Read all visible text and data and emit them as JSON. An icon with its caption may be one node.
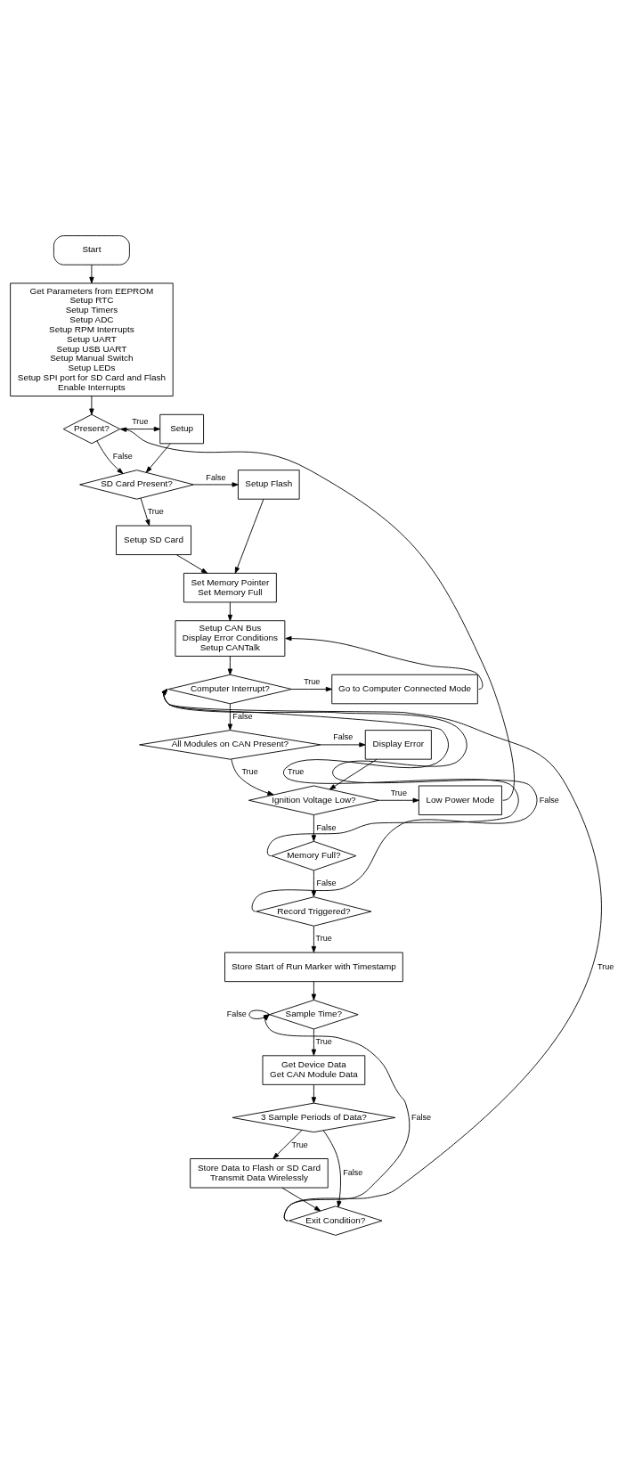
{
  "diagram": {
    "nodes": [
      {
        "text": [
          "Start"
        ]
      },
      {
        "text": [
          "Get Parameters from EEPROM",
          "Setup RTC",
          "Setup Timers",
          "Setup ADC",
          "Setup RPM Interrupts",
          "Setup UART",
          "Setup USB UART",
          "Setup Manual Switch",
          "Setup LEDs",
          "Setup SPI port for SD Card and Flash",
          "Enable Interrupts"
        ]
      },
      {
        "text": [
          "Present?"
        ]
      },
      {
        "text": [
          "Setup"
        ]
      },
      {
        "text": [
          "SD Card Present?"
        ]
      },
      {
        "text": [
          "Setup SD Card"
        ]
      },
      {
        "text": [
          "Setup Flash"
        ]
      },
      {
        "text": [
          "Set Memory Pointer",
          "Set Memory Full"
        ]
      },
      {
        "text": [
          "Setup CAN Bus",
          "Display Error Conditions",
          "Setup CANTalk"
        ]
      },
      {
        "text": [
          "Computer Interrupt?"
        ]
      },
      {
        "text": [
          "Go to Computer Connected Mode"
        ]
      },
      {
        "text": [
          "All Modules on CAN Present?"
        ]
      },
      {
        "text": [
          "Display Error"
        ]
      },
      {
        "text": [
          "Ignition Voltage Low?"
        ]
      },
      {
        "text": [
          "Low Power Mode"
        ]
      },
      {
        "text": [
          "Memory Full?"
        ]
      },
      {
        "text": [
          "Record Triggered?"
        ]
      },
      {
        "text": [
          "Store Start of Run Marker with Timestamp"
        ]
      },
      {
        "text": [
          "Sample Time?"
        ]
      },
      {
        "text": [
          "Get Device Data",
          "Get CAN Module Data"
        ]
      },
      {
        "text": [
          "3 Sample Periods of Data?"
        ]
      },
      {
        "text": [
          "Store Data to Flash or SD Card",
          "Transmit Data Wirelessly"
        ]
      },
      {
        "text": [
          "Exit Condition?"
        ]
      }
    ],
    "edges": [
      {
        "from": 0,
        "to": 1,
        "arrow": "to"
      },
      {
        "from": 1,
        "to": 2,
        "arrow": "to"
      },
      {
        "from": 2,
        "to": 3,
        "label": "True",
        "arrow": "to"
      },
      {
        "from": 2,
        "to": 4,
        "label": "False",
        "arrow": "to"
      },
      {
        "from": 3,
        "to": 4,
        "arrow": "to"
      },
      {
        "from": 4,
        "to": 5,
        "label": "True",
        "arrow": "to"
      },
      {
        "from": 4,
        "to": 6,
        "label": "False",
        "arrow": "to"
      },
      {
        "from": 5,
        "to": 7,
        "arrow": "to"
      },
      {
        "from": 6,
        "to": 7,
        "arrow": "to"
      },
      {
        "from": 7,
        "to": 8,
        "arrow": "to"
      },
      {
        "from": 8,
        "to": 9,
        "arrow": "to"
      },
      {
        "from": 9,
        "to": 10,
        "label": "True",
        "arrow": "to"
      },
      {
        "from": 10,
        "to": 8,
        "arrow": "to"
      },
      {
        "from": 9,
        "to": 11,
        "label": "False",
        "arrow": "to"
      },
      {
        "from": 11,
        "to": 12,
        "label": "False",
        "arrow": "to"
      },
      {
        "from": 12,
        "to": 13,
        "arrow": "to"
      },
      {
        "from": 11,
        "to": 13,
        "label": "True",
        "arrow": "to"
      },
      {
        "from": 13,
        "to": 14,
        "label": "True",
        "arrow": "to"
      },
      {
        "from": 14,
        "to": 2,
        "arrow": "to"
      },
      {
        "from": 13,
        "to": 15,
        "label": "False",
        "arrow": "to"
      },
      {
        "from": 15,
        "to": 9,
        "label": "True",
        "arrow": "to"
      },
      {
        "from": 15,
        "to": 16,
        "label": "False",
        "arrow": "to"
      },
      {
        "from": 16,
        "to": 9,
        "label": "False",
        "arrow": "to"
      },
      {
        "from": 16,
        "to": 17,
        "label": "True",
        "arrow": "to"
      },
      {
        "from": 17,
        "to": 18,
        "arrow": "to"
      },
      {
        "from": 18,
        "to": 18,
        "label": "False",
        "arrow": "to"
      },
      {
        "from": 18,
        "to": 19,
        "label": "True",
        "arrow": "to"
      },
      {
        "from": 19,
        "to": 20,
        "arrow": "to"
      },
      {
        "from": 20,
        "to": 21,
        "label": "True",
        "arrow": "to"
      },
      {
        "from": 20,
        "to": 22,
        "label": "False",
        "arrow": "to"
      },
      {
        "from": 21,
        "to": 22,
        "arrow": "to"
      },
      {
        "from": 22,
        "to": 18,
        "label": "False",
        "arrow": "to"
      },
      {
        "from": 22,
        "to": 9,
        "label": "True",
        "arrow": "to"
      }
    ]
  }
}
